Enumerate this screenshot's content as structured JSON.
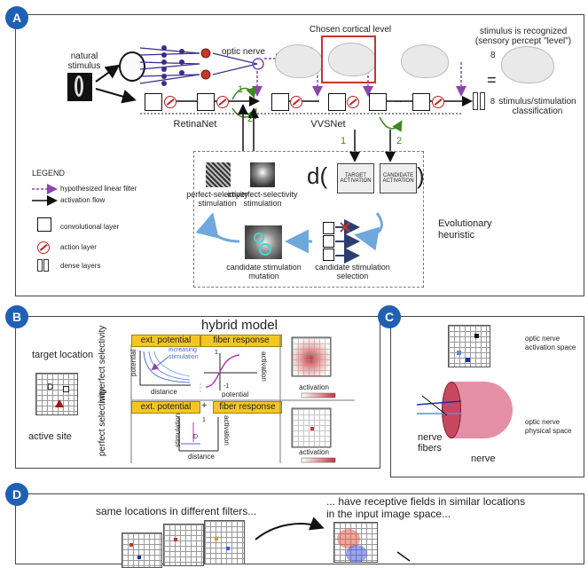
{
  "panels": {
    "a": {
      "badge": "A"
    },
    "b": {
      "badge": "B"
    },
    "c": {
      "badge": "C"
    },
    "d": {
      "badge": "D"
    }
  },
  "panel_a": {
    "natural_stimulus": "natural stimulus",
    "optic_nerve": "optic nerve",
    "chosen_cortical_level": "Chosen cortical level",
    "stimulus_recognized": "stimulus is recognized",
    "sensory_percept": "(sensory percept \"level\")",
    "equals": "=",
    "classification_line1": "stimulus/stimulation",
    "classification_line2": "classification",
    "retinanet": "RetinaNet",
    "vvsnet": "VVSNet",
    "step1": "1",
    "step2": "2",
    "step1b": "1",
    "step2b": "2",
    "legend_title": "LEGEND",
    "legend_items": [
      {
        "label": "hypothesized linear filter",
        "icon": "dashed-purple-arrow"
      },
      {
        "label": "activation flow",
        "icon": "black-arrow"
      },
      {
        "label": "convolutional layer",
        "icon": "cube"
      },
      {
        "label": "action layer",
        "icon": "red-circle-slash"
      },
      {
        "label": "dense layers",
        "icon": "double-bar"
      }
    ],
    "perfect_sel_1": "perfect-selectivity",
    "perfect_sel_2": "stimulation",
    "imperfect_sel_1": "imperfect-selectivity",
    "imperfect_sel_2": "stimulation",
    "d_letter": "d(",
    "d_close": ")",
    "target_activation": "TARGET\nACTIVATION",
    "candidate_activation": "CANDIDATE\nACTIVATION",
    "evo_1": "Evolutionary",
    "evo_2": "heuristic",
    "mutation_1": "candidate stimulation",
    "mutation_2": "mutation",
    "selection_1": "candidate stimulation",
    "selection_2": "selection",
    "dots": "...",
    "eight": "8",
    "eight_small": "8"
  },
  "panel_b": {
    "title": "hybrid model",
    "target_location": "target location",
    "active_site": "active site",
    "d_label": "D",
    "imperfect_selectivity": "imperfect selectivity",
    "perfect_selectivity": "perfect selectivity",
    "ext_potential": "ext. potential",
    "fiber_response": "fiber response",
    "ext_potential_2": "ext. potential",
    "plus": "+",
    "fiber_response_2": "fiber response",
    "potential_axis": "potential",
    "distance_axis": "distance",
    "increasing_1": "increasing",
    "increasing_2": "stimulation",
    "one": "1",
    "minus_one": "-1",
    "potential_axis_2": "potential",
    "activation_axis": "activation",
    "stimulation_axis": "stimulation",
    "distance_axis_2": "distance",
    "activation_axis_2": "activation",
    "one_b": "1",
    "d_small": "D",
    "activation_bar_1": "activation",
    "activation_bar_2": "activation"
  },
  "panel_c": {
    "activation_space_1": "optic nerve",
    "activation_space_2": "activation space",
    "physical_space_1": "optic nerve",
    "physical_space_2": "physical space",
    "nerve_fibers_1": "nerve",
    "nerve_fibers_2": "fibers",
    "nerve": "nerve"
  },
  "panel_d": {
    "same_locations": "same locations in different filters...",
    "receptive_1": "... have receptive fields in similar locations",
    "receptive_2": "in the input image space..."
  },
  "colors": {
    "badge": "#1f5fb4",
    "purple": "#8e44ad",
    "green": "#3a8a1e",
    "red": "#c0392b",
    "yellow": "#f3c623",
    "nerve_pink": "#e58fa6",
    "arrow_blue": "#6fa8dc",
    "dark_blue": "#2c3e70"
  }
}
